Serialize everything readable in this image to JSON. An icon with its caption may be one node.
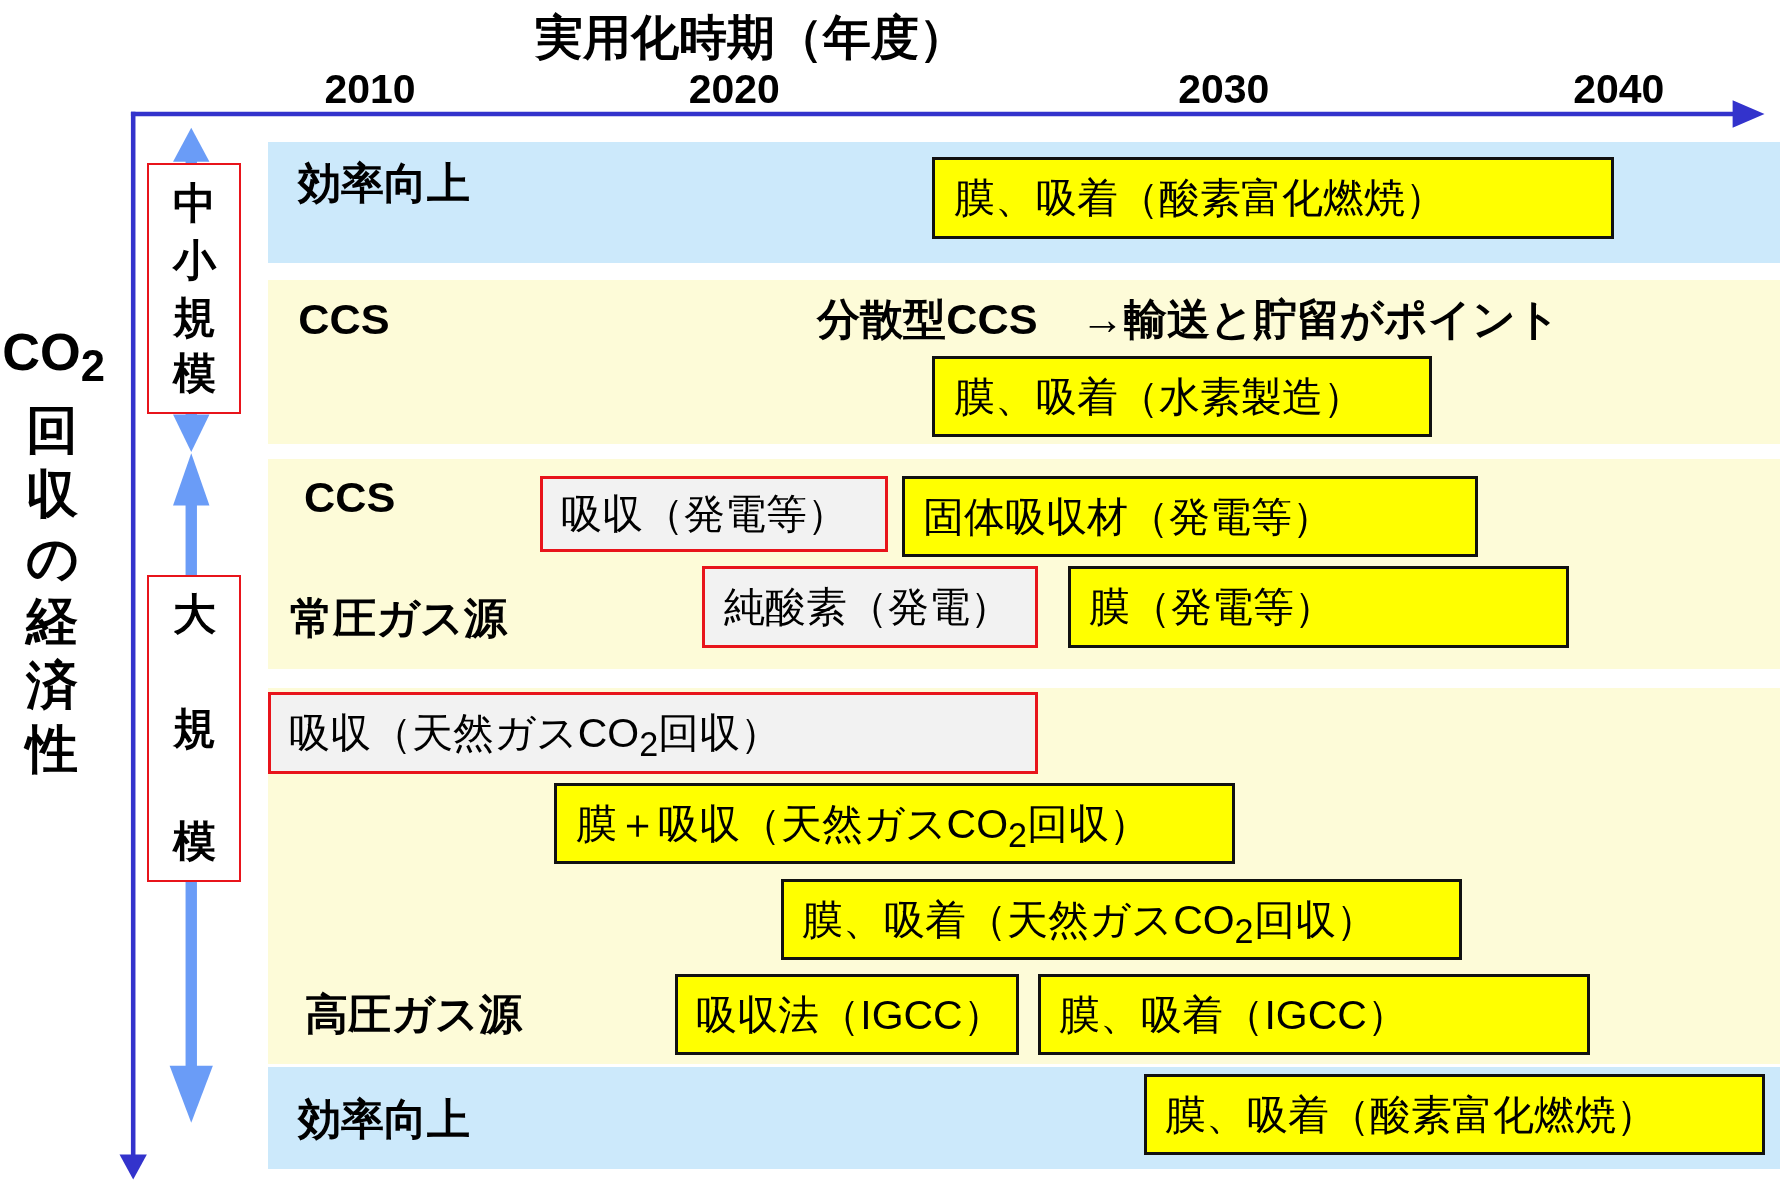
{
  "diagram": {
    "title": "実用化時期（年度）",
    "nodes": [
      {
        "text": [
          "効率向上"
        ]
      },
      {
        "text": [
          "膜、吸着（酸素富化燃焼）"
        ],
        "in": 0
      },
      {
        "text": [
          "CCS",
          "分散型CCS　→輸送と貯留がポイント"
        ]
      },
      {
        "text": [
          "膜、吸着（水素製造）"
        ],
        "in": 2
      },
      {
        "text": [
          "CCS",
          "常圧ガス源"
        ]
      },
      {
        "text": [
          "吸収（発電等）"
        ],
        "in": 4
      },
      {
        "text": [
          "固体吸収材（発電等）"
        ],
        "in": 4
      },
      {
        "text": [
          "純酸素（発電）"
        ],
        "in": 4
      },
      {
        "text": [
          "膜（発電等）"
        ],
        "in": 4
      },
      {
        "text": [
          "高圧ガス源"
        ]
      },
      {
        "text": [
          "吸収（天然ガスCO$_{2}$回収）"
        ],
        "in": 9
      },
      {
        "text": [
          "膜＋吸収（天然ガスCO$_{2}$回収）"
        ],
        "in": 9
      },
      {
        "text": [
          "膜、吸着（天然ガスCO$_{2}$回収）"
        ],
        "in": 9
      },
      {
        "text": [
          "吸収法（IGCC）"
        ],
        "in": 9
      },
      {
        "text": [
          "膜、吸着（IGCC）"
        ],
        "in": 9
      },
      {
        "text": [
          "効率向上"
        ]
      },
      {
        "text": [
          "膜、吸着（酸素富化燃焼）"
        ],
        "in": 15
      },
      {
        "text": [
          "中小規模"
        ]
      },
      {
        "text": [
          "大規模"
        ]
      }
    ],
    "labels": [
      "2010",
      "2020",
      "2030",
      "2040",
      "CO$_{2}$回収の経済性"
    ]
  }
}
